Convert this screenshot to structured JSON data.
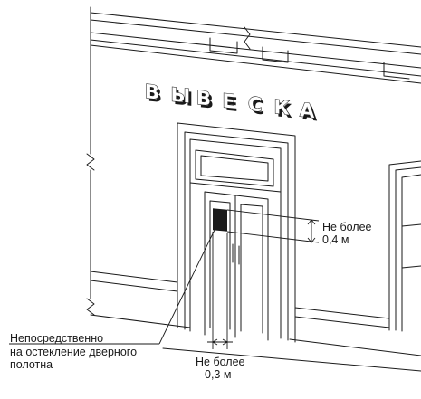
{
  "sign": {
    "letters": [
      "В",
      "Ы",
      "В",
      "Е",
      "С",
      "К",
      "А"
    ]
  },
  "annotations": {
    "height_label_line1": "Не более",
    "height_label_line2": "0,4 м",
    "width_label_line1": "Не более",
    "width_label_line2": "0,3 м",
    "placement_line1": "Непосредственно",
    "placement_line2": "на остекление дверного",
    "placement_line3": "полотна"
  }
}
